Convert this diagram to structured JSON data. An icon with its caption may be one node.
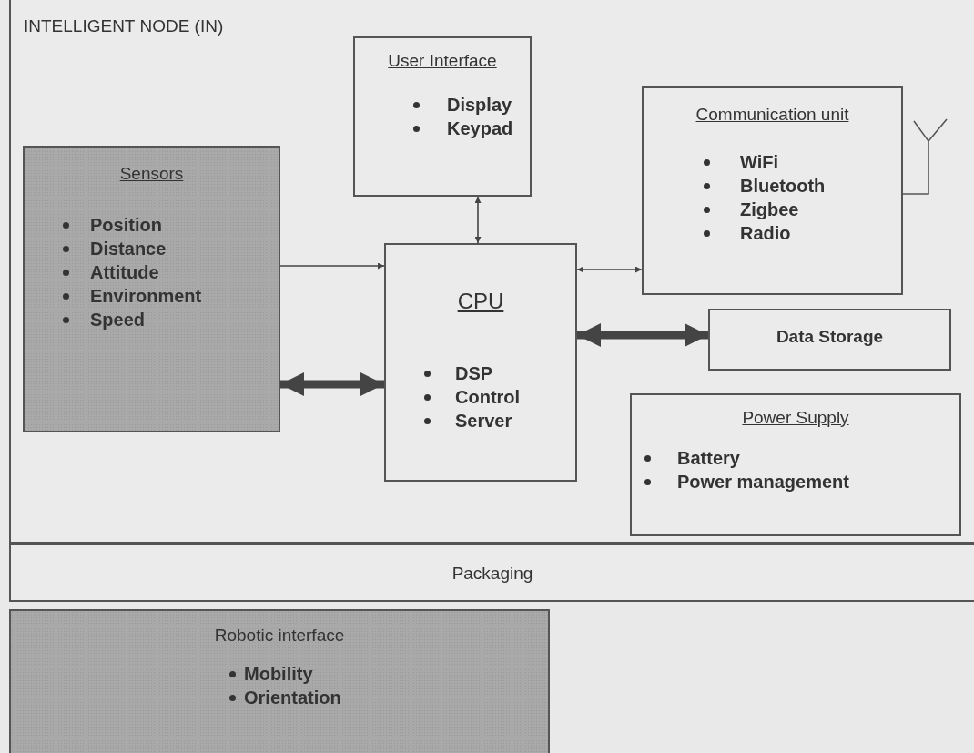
{
  "diagram": {
    "nodes": [
      {
        "text": [
          "INTELLIGENT NODE (IN)"
        ]
      },
      {
        "text": [
          "User Interface",
          "Display",
          "Keypad"
        ],
        "in": 0
      },
      {
        "text": [
          "Communication unit",
          "WiFi",
          "Bluetooth",
          "Zigbee",
          "Radio"
        ],
        "in": 0
      },
      {
        "text": [
          "Sensors",
          "Position",
          "Distance",
          "Attitude",
          "Environment",
          "Speed"
        ],
        "in": 0
      },
      {
        "text": [
          "CPU",
          "DSP",
          "Control",
          "Server"
        ],
        "in": 0
      },
      {
        "text": [
          "Data Storage"
        ],
        "in": 0
      },
      {
        "text": [
          "Power Supply",
          "Battery",
          "Power management"
        ],
        "in": 0
      },
      {
        "text": [
          "Packaging"
        ]
      },
      {
        "text": [
          "Robotic interface",
          "Mobility",
          "Orientation"
        ]
      }
    ],
    "edges": [
      {
        "from": 1,
        "to": 4,
        "arrow": "both"
      },
      {
        "from": 3,
        "to": 4,
        "arrow": "to"
      },
      {
        "from": 3,
        "to": 4,
        "arrow": "both",
        "style": "thick"
      },
      {
        "from": 4,
        "to": 2,
        "arrow": "both"
      },
      {
        "from": 4,
        "to": 5,
        "arrow": "both",
        "style": "thick"
      }
    ]
  }
}
